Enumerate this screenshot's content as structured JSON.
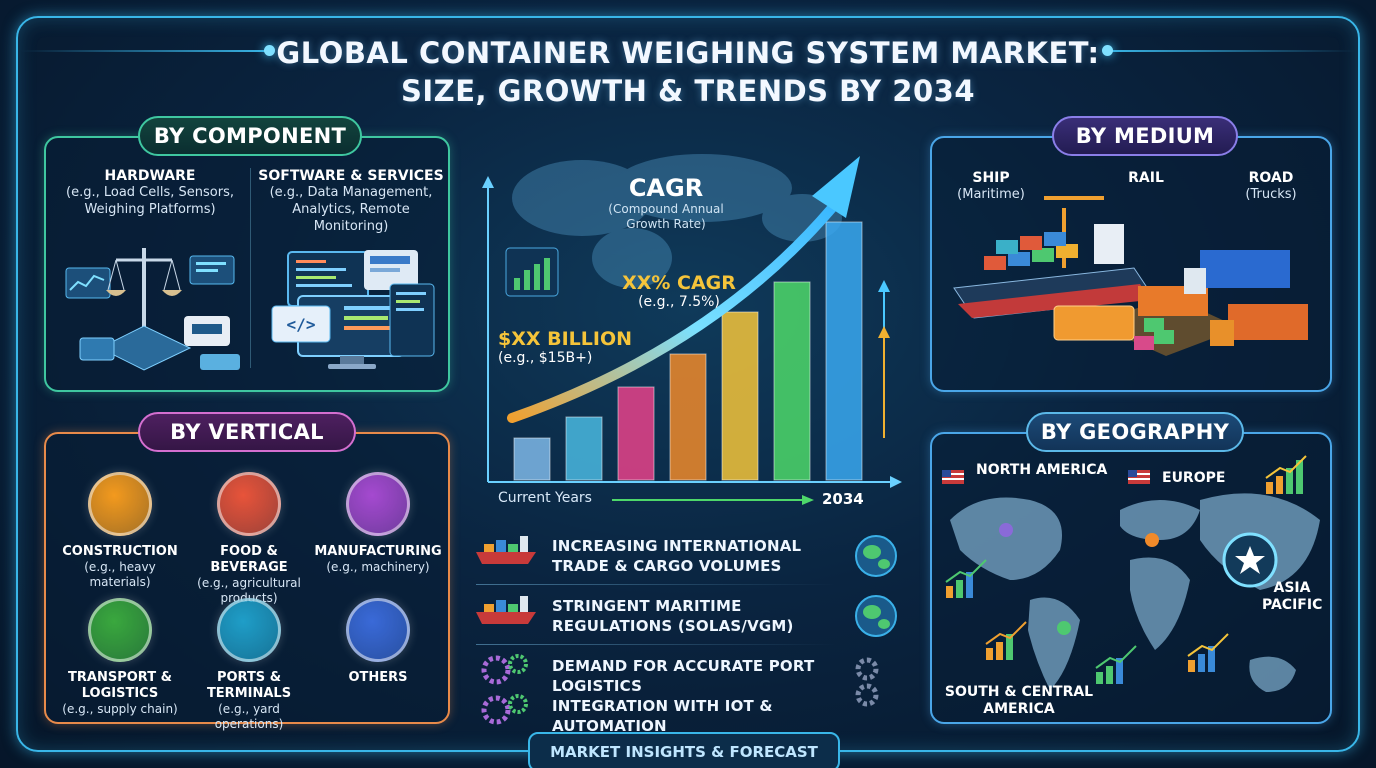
{
  "title": {
    "line1": "GLOBAL CONTAINER WEIGHING SYSTEM MARKET:",
    "line2": "SIZE, GROWTH & TRENDS BY 2034"
  },
  "component": {
    "label": "BY COMPONENT",
    "hardware": {
      "title": "HARDWARE",
      "detail": "(e.g., Load Cells, Sensors, Weighing Platforms)"
    },
    "software": {
      "title": "SOFTWARE & SERVICES",
      "detail": "(e.g., Data Management, Analytics, Remote Monitoring)"
    },
    "code_glyph": "</>"
  },
  "medium": {
    "label": "BY MEDIUM",
    "ship": {
      "title": "SHIP",
      "detail": "(Maritime)"
    },
    "rail": {
      "title": "RAIL"
    },
    "road": {
      "title": "ROAD",
      "detail": "(Trucks)"
    }
  },
  "vertical": {
    "label": "BY VERTICAL",
    "items": [
      {
        "title": "CONSTRUCTION",
        "detail": "(e.g., heavy materials)",
        "color": "#f39a1e",
        "icon": "crane-icon"
      },
      {
        "title": "FOOD & BEVERAGE",
        "detail": "(e.g., agricultural products)",
        "color": "#e8543a",
        "icon": "food-icon"
      },
      {
        "title": "MANUFACTURING",
        "detail": "(e.g., machinery)",
        "color": "#a54ad0",
        "icon": "factory-icon"
      },
      {
        "title": "TRANSPORT & LOGISTICS",
        "detail": "(e.g., supply chain)",
        "color": "#3aa83e",
        "icon": "truck-icon"
      },
      {
        "title": "PORTS & TERMINALS",
        "detail": "(e.g., yard operations)",
        "color": "#1f9ec8",
        "icon": "port-icon"
      },
      {
        "title": "OTHERS",
        "detail": "",
        "color": "#3a6ad8",
        "icon": "gear-icon"
      }
    ]
  },
  "chart": {
    "cagr_title": "CAGR",
    "cagr_detail": "(Compound Annual Growth Rate)",
    "cagr_value": "XX% CAGR",
    "cagr_example": "(e.g., 7.5%)",
    "size_value": "$XX BILLION",
    "size_example": "(e.g., $15B+)",
    "x_start": "Current Years",
    "x_end": "2034"
  },
  "chart_data": {
    "type": "bar",
    "title": "",
    "xlabel": "",
    "ylabel": "",
    "x_ticks": [
      "Current Years",
      "2034"
    ],
    "bar_levels": [
      0.14,
      0.21,
      0.31,
      0.42,
      0.56,
      0.66,
      0.86
    ],
    "bar_colors": [
      "#7fb8e8",
      "#4ab8e0",
      "#e8428a",
      "#f08a2a",
      "#f5c43a",
      "#4ed86a",
      "#3aa8f0"
    ]
  },
  "drivers": [
    {
      "text": "INCREASING INTERNATIONAL TRADE & CARGO VOLUMES",
      "icon": "cargo-ship-icon"
    },
    {
      "text": "STRINGENT MARITIME REGULATIONS (SOLAS/VGM)",
      "icon": "cargo-ship-icon"
    },
    {
      "text": "DEMAND FOR ACCURATE PORT LOGISTICS",
      "icon": "gears-icon"
    },
    {
      "text": "INTEGRATION WITH IOT & AUTOMATION",
      "icon": "gears-icon"
    }
  ],
  "geography": {
    "label": "BY GEOGRAPHY",
    "north_america": "NORTH AMERICA",
    "europe": "EUROPE",
    "asia_pacific": "ASIA PACIFIC",
    "south_america": "SOUTH & CENTRAL AMERICA"
  },
  "footer": "MARKET INSIGHTS & FORECAST"
}
